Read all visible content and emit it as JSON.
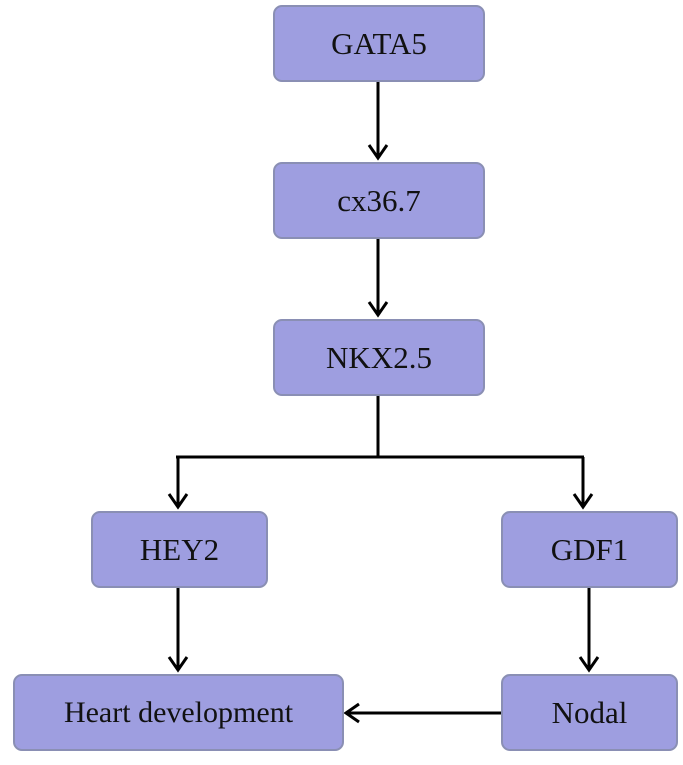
{
  "nodes": {
    "gata5": "GATA5",
    "cx36_7": "cx36.7",
    "nkx2_5": "NKX2.5",
    "hey2": "HEY2",
    "gdf1": "GDF1",
    "heart_development": "Heart development",
    "nodal": "Nodal"
  },
  "edges": [
    {
      "from": "GATA5",
      "to": "cx36.7"
    },
    {
      "from": "cx36.7",
      "to": "NKX2.5"
    },
    {
      "from": "NKX2.5",
      "to": "HEY2"
    },
    {
      "from": "NKX2.5",
      "to": "GDF1"
    },
    {
      "from": "HEY2",
      "to": "Heart development"
    },
    {
      "from": "GDF1",
      "to": "Nodal"
    },
    {
      "from": "Nodal",
      "to": "Heart development"
    }
  ],
  "colors": {
    "node_fill": "#9e9ee0",
    "node_border": "#8a8fb4",
    "edge": "#000000"
  }
}
